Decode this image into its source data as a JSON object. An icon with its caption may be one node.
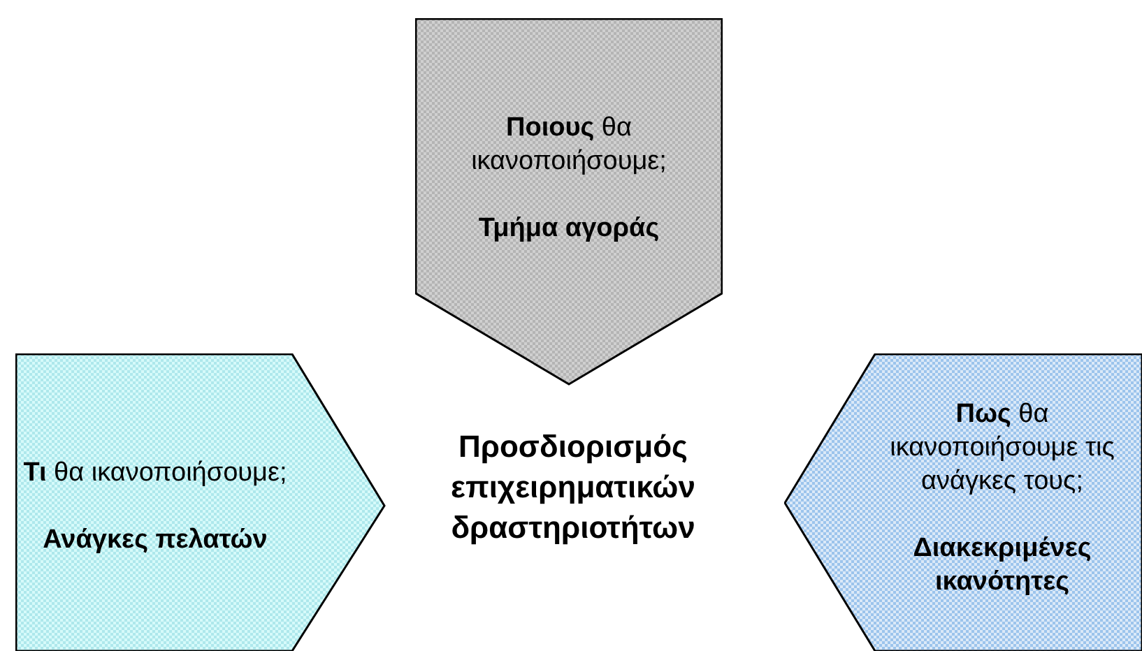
{
  "diagram": {
    "nodes": [
      {
        "text": [
          "**Ποιους** θα ικανοποιήσουμε;",
          "Τμήμα αγοράς"
        ]
      },
      {
        "text": [
          "**Τι** θα ικανοποιήσουμε;",
          "Ανάγκες πελατών"
        ]
      },
      {
        "text": [
          "**Πως** θα ικανοποιήσουμε τις ανάγκες τους;",
          "Διακεκριμένες ικανότητες"
        ]
      }
    ],
    "labels": [
      "Προσδιορισμός επιχειρηματικών δραστηριοτήτων"
    ]
  }
}
